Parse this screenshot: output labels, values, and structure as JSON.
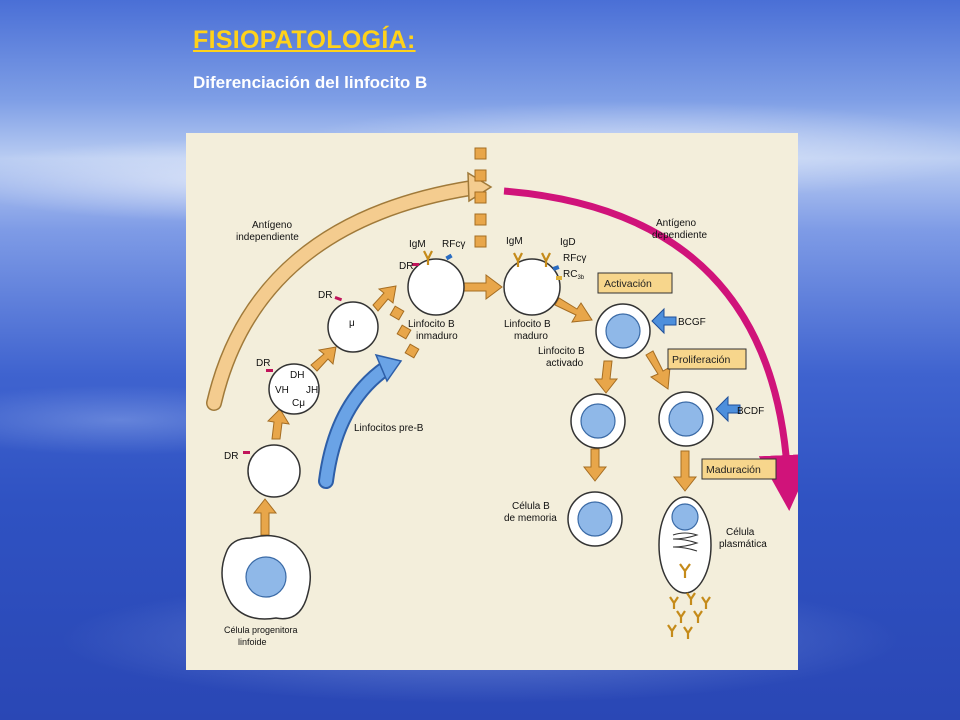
{
  "header": {
    "title": "FISIOPATOLOGÍA",
    "title_suffix": ":",
    "subtitle": "Diferenciación del linfocito B"
  },
  "diagram": {
    "arc_labels": {
      "antigen_independent_1": "Antígeno",
      "antigen_independent_2": "independiente",
      "antigen_dependent_1": "Antígeno",
      "antigen_dependent_2": "dependiente",
      "pre_b": "Linfocitos pre-B"
    },
    "cells": {
      "progenitor_1": "Célula progenitora",
      "progenitor_2": "linfoide",
      "immature_1": "Linfocito B",
      "immature_2": "inmaduro",
      "mature_1": "Linfocito B",
      "mature_2": "maduro",
      "activated_1": "Linfocito B",
      "activated_2": "activado",
      "memory_1": "Célula B",
      "memory_2": "de memoria",
      "plasma_1": "Célula",
      "plasma_2": "plasmática"
    },
    "markers": {
      "dr": "DR",
      "dh": "DH",
      "vh": "VH",
      "jh": "JH",
      "cmu": "Cμ",
      "mu": "μ",
      "igm": "IgM",
      "igd": "IgD",
      "rfc": "RFcγ",
      "rc3b": "RC",
      "rc3b_sub": "3b"
    },
    "stages": {
      "activation": "Activación",
      "proliferation": "Proliferación",
      "maturation": "Maduración"
    },
    "factors": {
      "bcgf": "BCGF",
      "bcdf": "BCDF"
    },
    "colors": {
      "orange_arrow": "#e8a64a",
      "magenta_arc": "#d0137a",
      "blue_arrow": "#4d8fdc",
      "cell_nucleus": "#8fb8e8",
      "stage_box": "#f7d68c",
      "title": "#ffd21a"
    }
  }
}
